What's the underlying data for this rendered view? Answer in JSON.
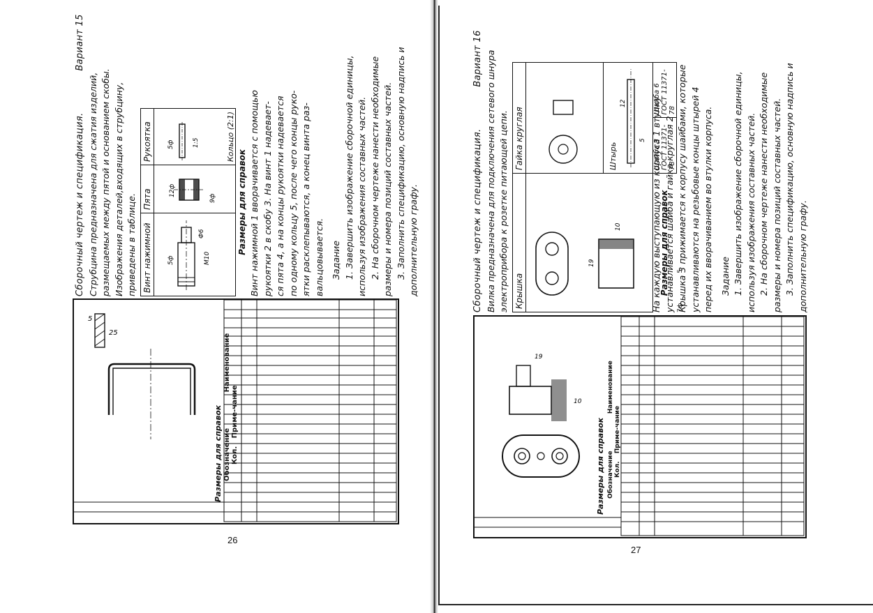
{
  "left_page": {
    "title": "Сборочный чертеж и спецификация.",
    "variant": "Вариант 15",
    "intro": [
      "Струбцина предназначена для сжатия изделий,",
      "размещаемых между пятой и основанием скобы.",
      "Изображения деталей,входящих в струбцину,",
      "приведены в таблице."
    ],
    "parts": [
      "Винт нажимной",
      "Пята",
      "Рукоятка"
    ],
    "ring_label": "Кольцо (2:1)",
    "dims_caption": "Размеры для справок",
    "dims": [
      "М10",
      "5ф",
      "Ф6",
      "9ф",
      "12ф",
      "5ф",
      "1:5"
    ],
    "description": [
      "Винт нажимной 1 вворачивается с помощью",
      "рукоятки 2 в скобу 3. На винт 1 надевает-",
      "ся пята 4, а на концы рукоятки надевается",
      "по одному кольцу 5, после чего концы руко-",
      "ятки расклепываются, а конец винта раз-",
      "вальцовывается."
    ],
    "task_title": "Задание",
    "tasks": [
      "1. Завершить изображение сборочной единицы,",
      "используя изображения составных частей.",
      "2. На сборочном чертеже нанести необходимые",
      "размеры и номера позиций составных частей.",
      "3. Заполнить спецификацию, основную надпись и",
      "дополнительную графу."
    ],
    "sheet_caption": "Размеры для справок",
    "sheet_dims": [
      "5",
      "25"
    ],
    "spec_headers": [
      "Обозначение",
      "Наименование",
      "Кол.",
      "Приме-чание"
    ],
    "page_number": "26"
  },
  "right_page": {
    "title": "Сборочный чертеж и спецификация.",
    "variant": "Вариант 16",
    "intro": [
      "Вилка предназначена для подключения сетевого шнура",
      "электроприбора к розетке питающей цепи."
    ],
    "parts": [
      "Крышка",
      "Гайка круглая",
      "Штырь",
      "Шайба 3 ГОСТ 11371-78",
      "Шайба 6 ГОСТ 11371-78"
    ],
    "dims_caption": "Размеры для справок",
    "dims": [
      "19",
      "10",
      "5",
      "12",
      "7ф",
      "5"
    ],
    "description": [
      "На каждую выступающую из корпуса 1 втулку",
      "устанавливается шайба и гайка круглая 2",
      "Крышка 3 прижимается к корпусу шайбами, которые",
      "устанавливаются на резьбовые концы штырей 4",
      "перед их вворачиванием во втулки корпуса."
    ],
    "task_title": "Задание",
    "tasks": [
      "1. Завершить изображение сборочной единицы,",
      "используя изображения составных частей.",
      "2. На сборочном чертеже нанести необходимые",
      "размеры и номера позиций составных частей.",
      "3. Заполнить спецификацию, основную надпись и",
      "дополнительную графу."
    ],
    "sheet_caption": "Размеры для справок",
    "sheet_dims": [
      "19",
      "10"
    ],
    "spec_headers": [
      "Обозначение",
      "Наименование",
      "Кол.",
      "Приме-чание"
    ],
    "page_number": "27"
  }
}
